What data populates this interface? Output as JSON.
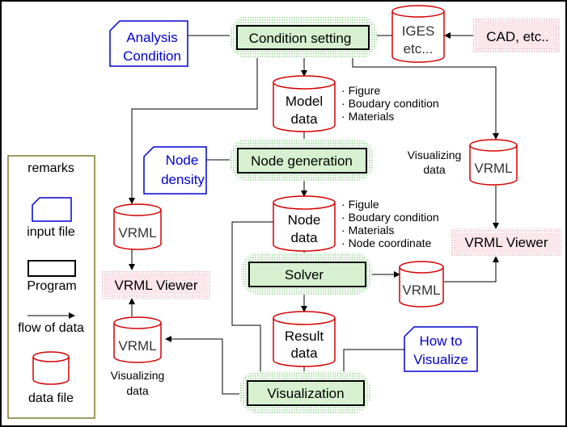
{
  "colors": {
    "program_fill": "#d6f0d0",
    "program_glow": "#9fd89a",
    "viewer_fill": "#fbe6ec",
    "viewer_dots": "#e8b4c2",
    "datafile_stroke": "#d40000",
    "input_stroke": "#0000d0",
    "input_text": "#0000d0",
    "remarks_border": "#7a7a2a",
    "line": "#000000"
  },
  "programs": {
    "condition": "Condition setting",
    "nodegen": "Node generation",
    "solver": "Solver",
    "visualization": "Visualization"
  },
  "inputs": {
    "analysis_1": "Analysis",
    "analysis_2": "Condition",
    "node_density_1": "Node",
    "node_density_2": "density",
    "howto_1": "How to",
    "howto_2": "Visualize"
  },
  "datafiles": {
    "iges_1": "IGES",
    "iges_2": "etc...",
    "model_1": "Model",
    "model_2": "data",
    "node_1": "Node",
    "node_2": "data",
    "result_1": "Result",
    "result_2": "data",
    "vrml": "VRML"
  },
  "viewers": {
    "cad": "CAD, etc..",
    "viewer": "VRML Viewer"
  },
  "notes": {
    "model_items": [
      "Figure",
      "Boudary condition",
      "Materials"
    ],
    "node_items": [
      "Figule",
      "Boudary condition",
      "Materials",
      "Node coordinate"
    ],
    "visualizing_1": "Visualizing",
    "visualizing_2": "data"
  },
  "remarks": {
    "title": "remarks",
    "input_file": "input file",
    "program": "Program",
    "flow": "flow of data",
    "data_file": "data file"
  }
}
